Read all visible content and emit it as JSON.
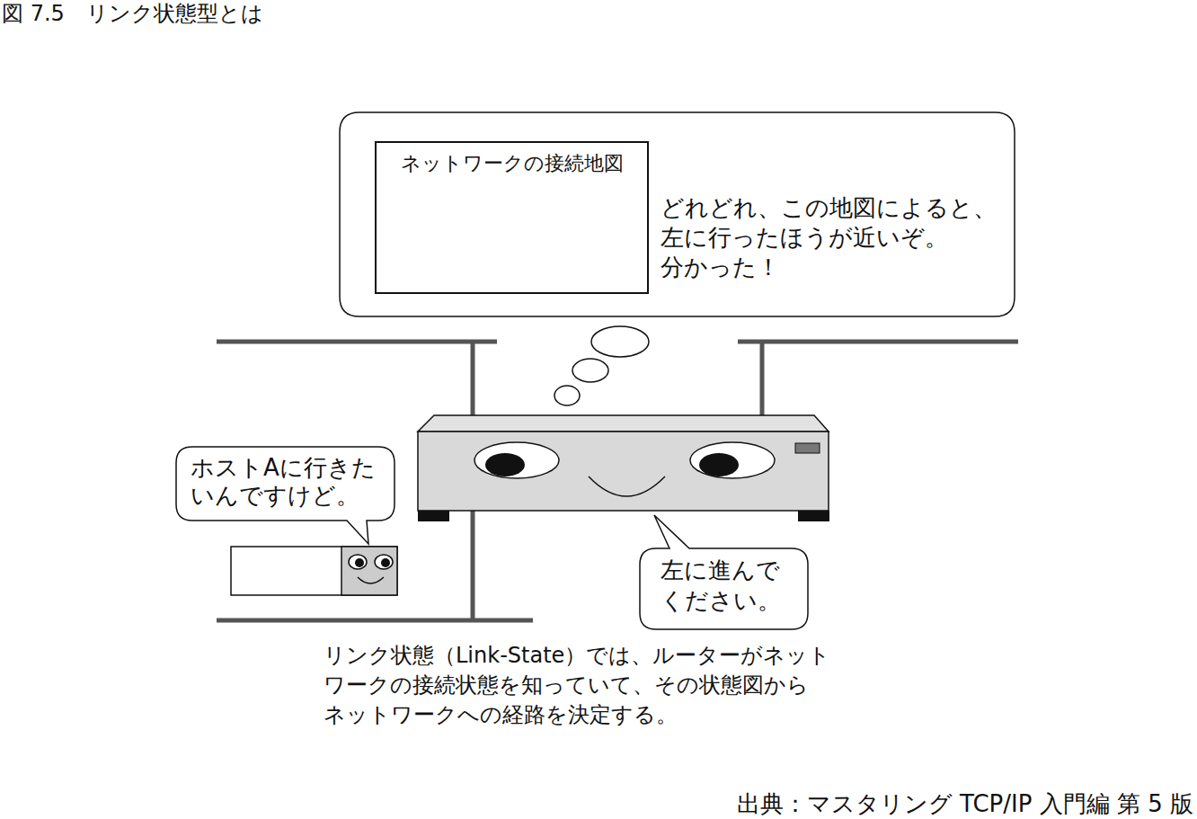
{
  "diagram": {
    "title": "図 7.5　リンク状態型とは",
    "caption": "リンク状態（Link-State）では、ルーターがネット ワークの接続状態を知っていて、その状態図から ネットワークへの経路を決定する。",
    "nodes": [
      {
        "text": [
          "どれどれ、この地図によると、 左に行ったほうが近いぞ。 分かった！"
        ]
      },
      {
        "text": [
          "ネットワークの接続地図"
        ],
        "in": 0
      },
      {
        "text": [
          "ホストAに行きた いんですけど。"
        ]
      },
      {
        "text": [
          "左に進んで ください。"
        ]
      }
    ],
    "labels": [
      "出典：マスタリング TCP/IP 入門編 第 5 版"
    ]
  }
}
